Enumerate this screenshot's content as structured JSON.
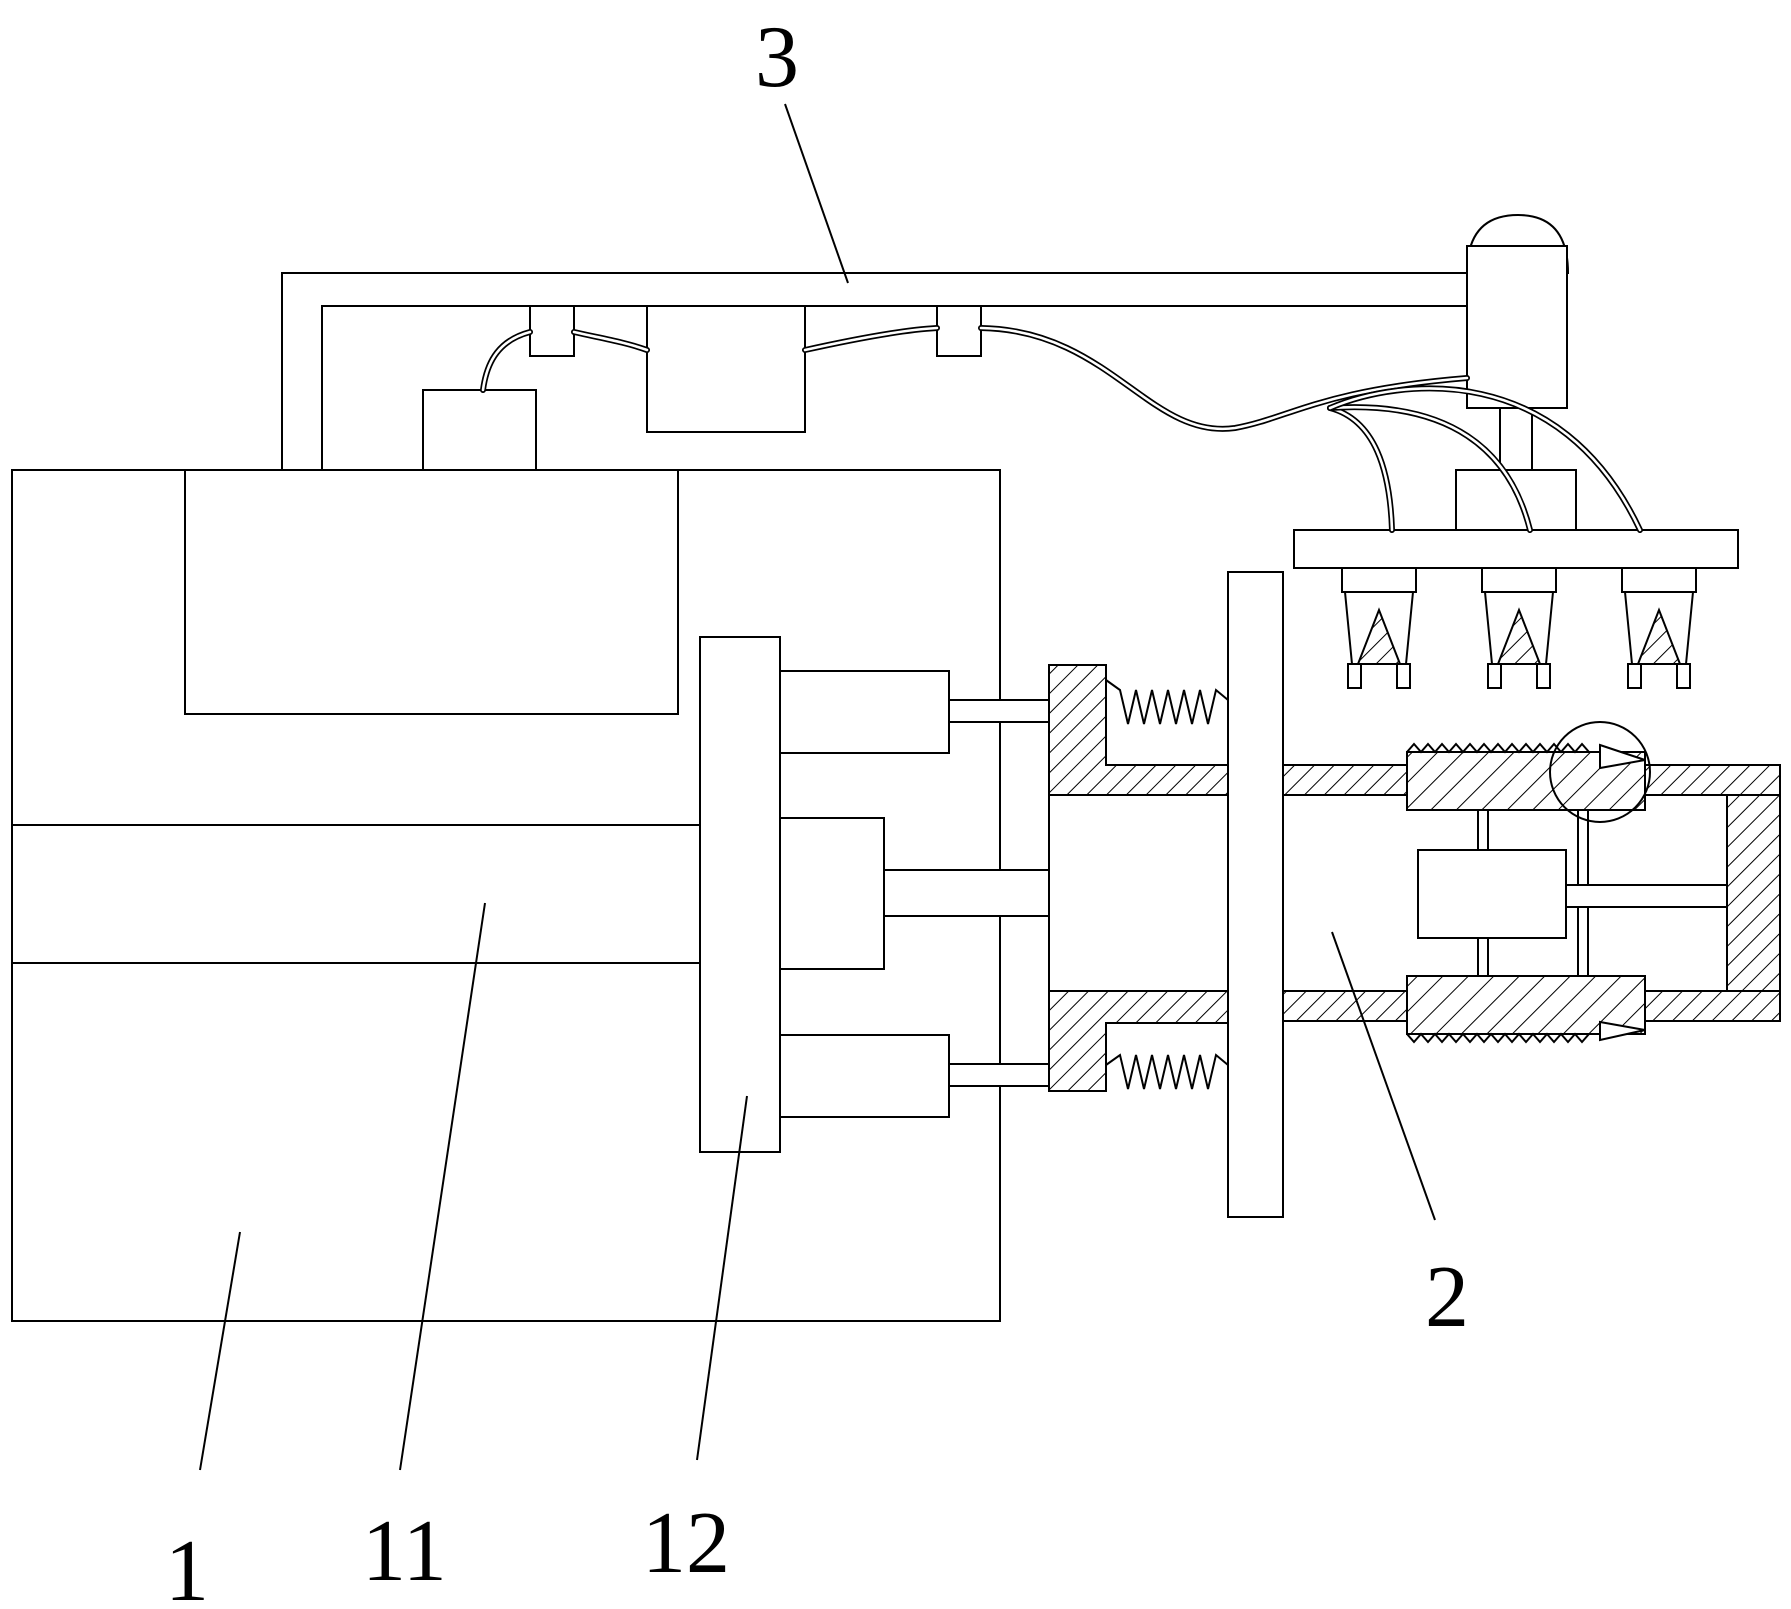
{
  "figure": {
    "labels": {
      "base_body": "1",
      "channel": "11",
      "push_plate": "12",
      "clamp_tube": "2",
      "frame": "3"
    }
  }
}
